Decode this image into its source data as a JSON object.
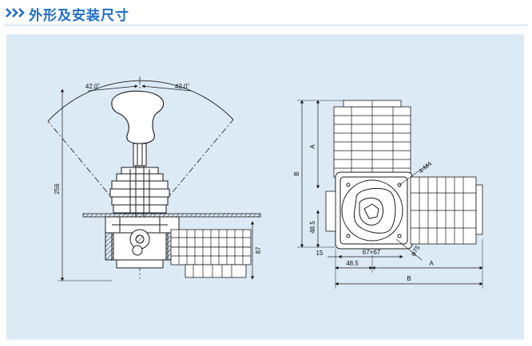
{
  "header": {
    "title": "外形及安装尺寸"
  },
  "colors": {
    "accent": "#1f6ec9",
    "panel": "#dceaf6",
    "line": "#1a1a1a"
  },
  "left_view": {
    "angle_left": "42.0˚",
    "angle_right": "42.0˚",
    "height_total": "256",
    "height_lower": "87"
  },
  "right_view": {
    "dim_A_vertical": "A",
    "dim_B_vertical": "B",
    "dim_48_5_vertical": "48.5",
    "dim_15": "15",
    "dim_67x67": "67×67",
    "dim_phi75": "φ75",
    "dim_4_M4": "4-M4",
    "dim_48_5_horizontal": "48.5",
    "dim_A_horizontal": "A",
    "dim_B_horizontal": "B"
  }
}
